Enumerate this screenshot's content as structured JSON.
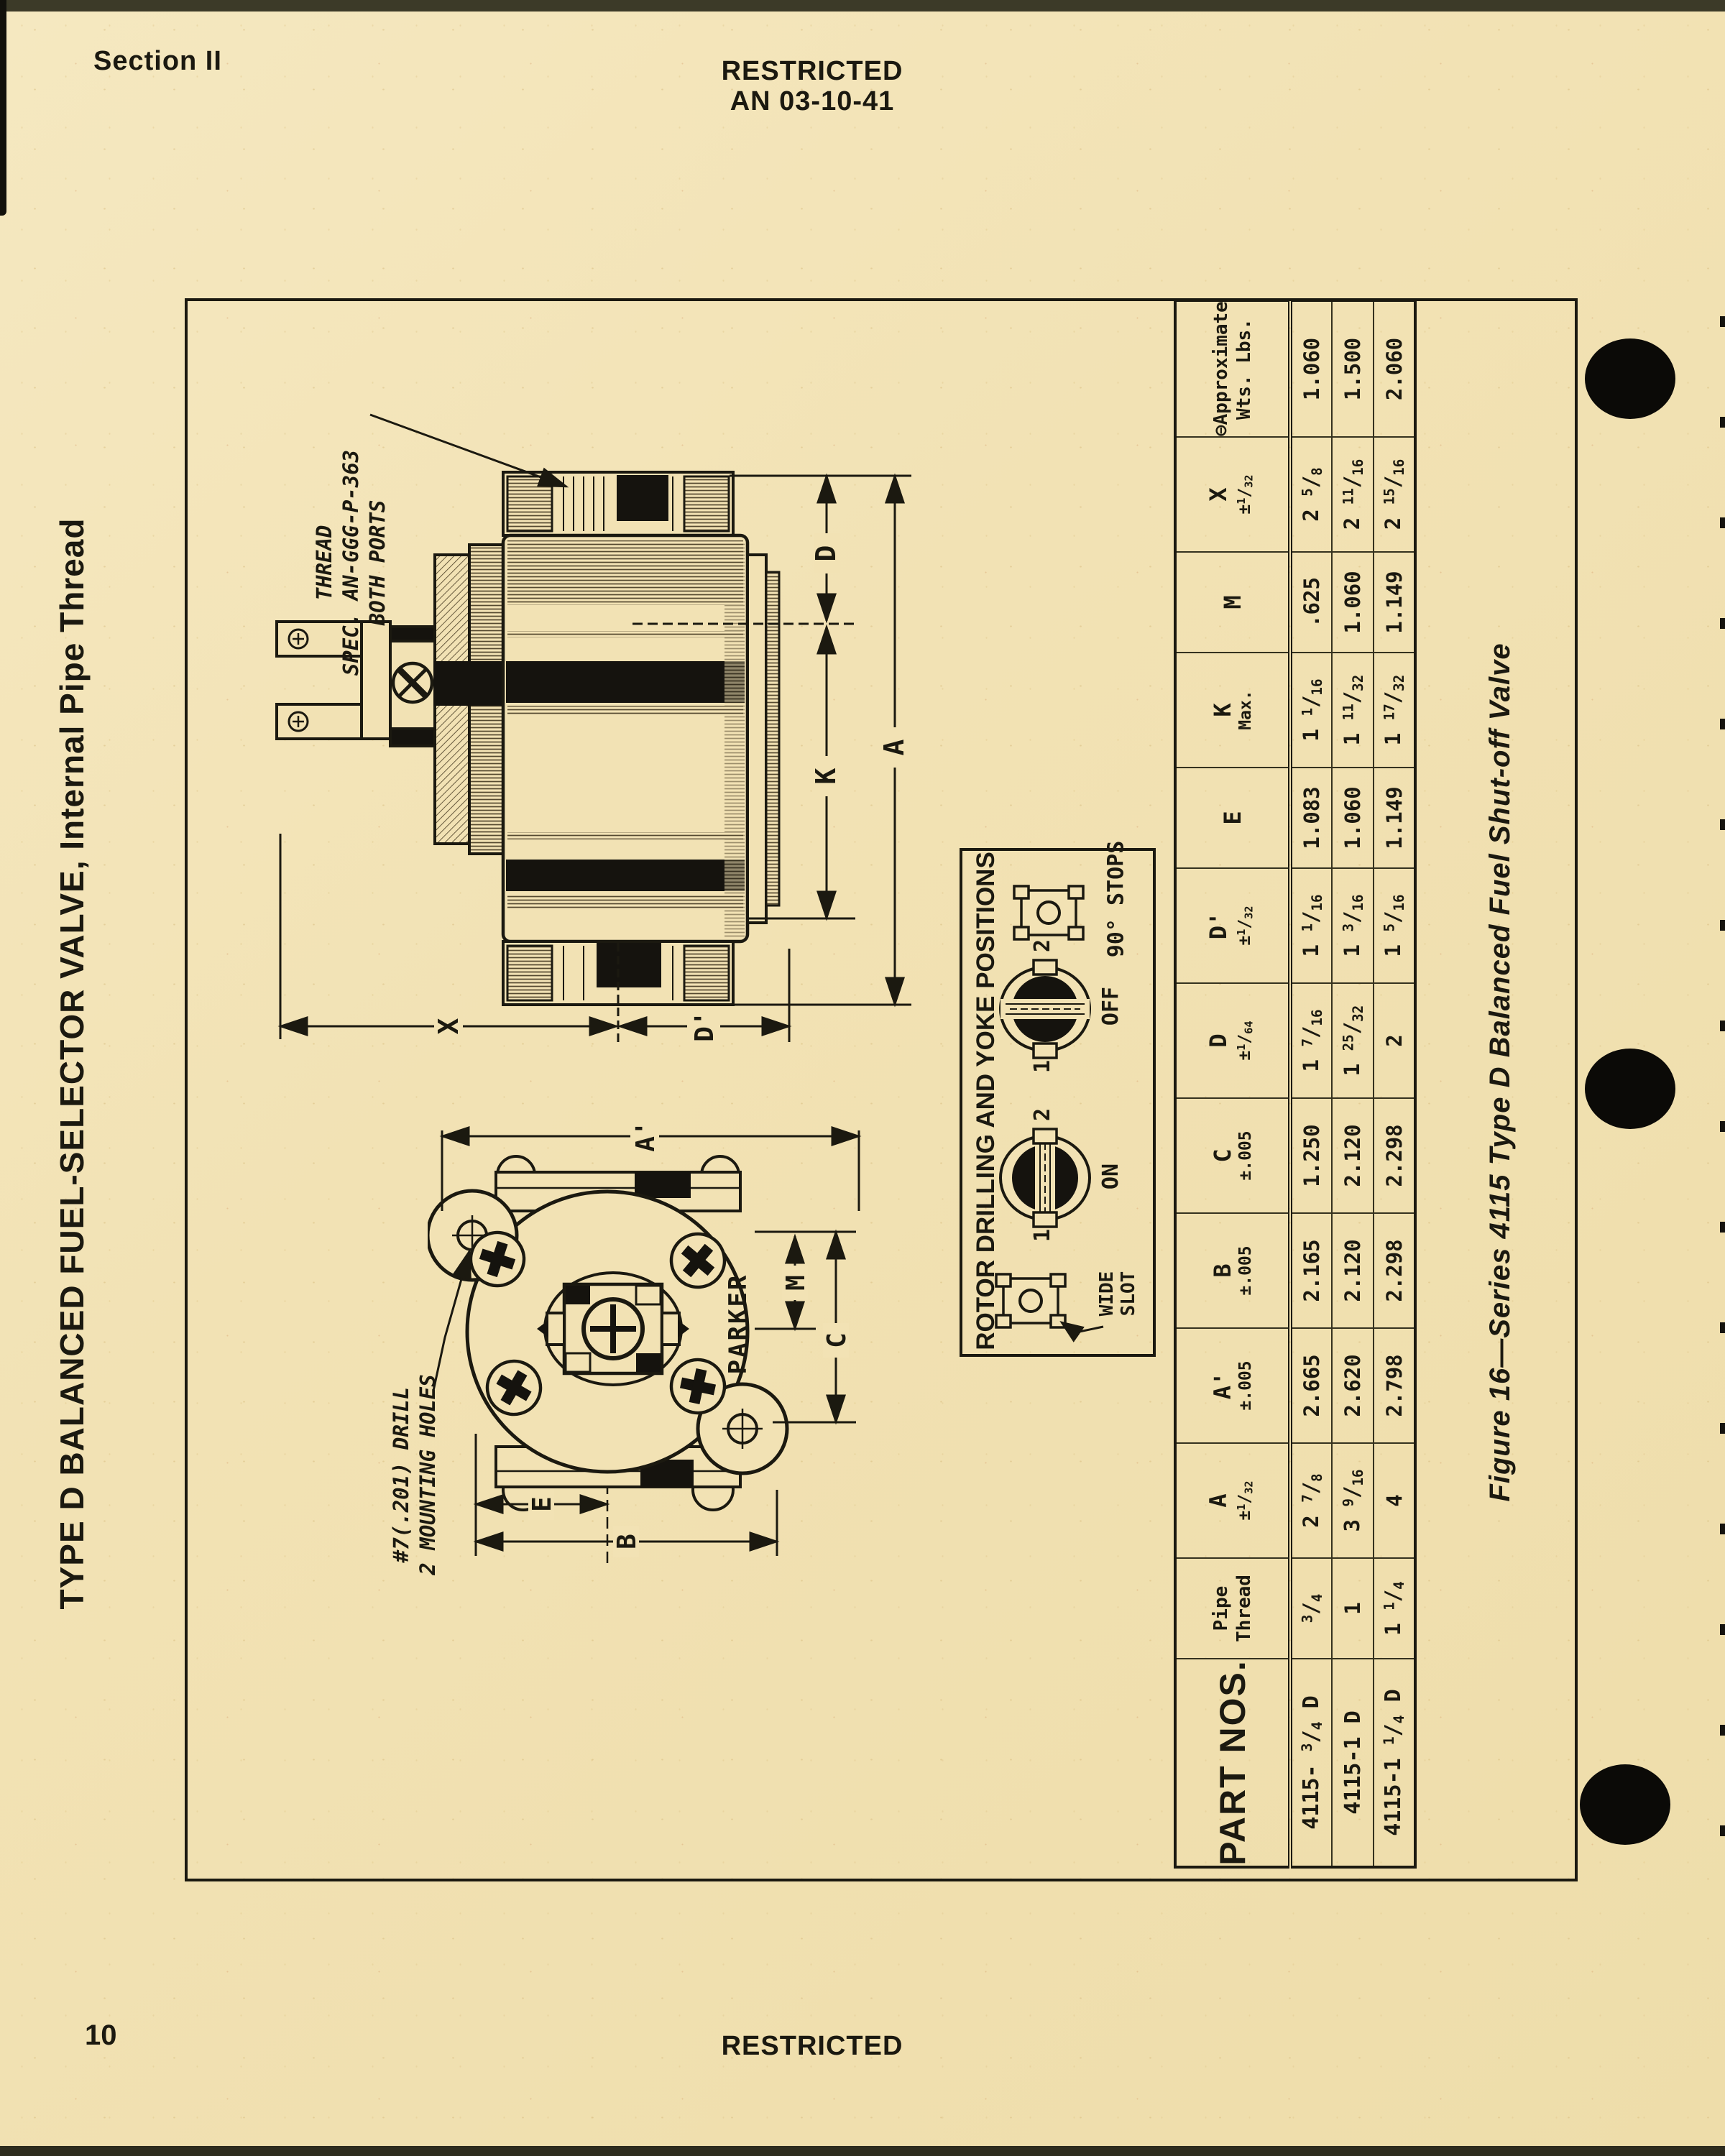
{
  "header": {
    "section": "Section II",
    "classification": "RESTRICTED",
    "doc_number": "AN 03-10-41"
  },
  "footer": {
    "page_number": "10",
    "classification": "RESTRICTED"
  },
  "side_title": "TYPE D BALANCED FUEL-SELECTOR VALVE, Internal Pipe Thread",
  "figure": {
    "caption": "Figure 16—Series 4115 Type D Balanced Fuel  Shut-off  Valve",
    "annotations": {
      "thread_spec_line1": "THREAD",
      "thread_spec_line2": "SPEC. AN-GGG-P-363",
      "thread_spec_line3": "BOTH PORTS",
      "drill_line1": "#7(.201) DRILL",
      "drill_line2": "2 MOUNTING HOLES",
      "brand": "PARKER"
    },
    "dims_side": {
      "d": "D",
      "k": "K",
      "a": "A",
      "x": "X",
      "d_prime": "D'"
    },
    "dims_front": {
      "a_prime": "A'",
      "m": "M",
      "c": "C",
      "e": "E",
      "b": "B"
    }
  },
  "rotor_box": {
    "title": "ROTOR DRILLING AND YOKE POSITIONS",
    "on_label": "ON",
    "off_label": "OFF",
    "stops_label": "90° STOPS",
    "wide_slot_label": "WIDE SLOT",
    "pos1": "1",
    "pos2": "2"
  },
  "table": {
    "part_header": "PART NOS.",
    "columns": [
      {
        "label": "Pipe",
        "tol": "Thread"
      },
      {
        "label": "A",
        "tol": "±1/32"
      },
      {
        "label": "A'",
        "tol": "±.005"
      },
      {
        "label": "B",
        "tol": "±.005"
      },
      {
        "label": "C",
        "tol": "±.005"
      },
      {
        "label": "D",
        "tol": "±1/64"
      },
      {
        "label": "D'",
        "tol": "±1/32"
      },
      {
        "label": "E",
        "tol": ""
      },
      {
        "label": "K",
        "tol": "Max."
      },
      {
        "label": "M",
        "tol": ""
      },
      {
        "label": "X",
        "tol": "±1/32"
      },
      {
        "label": "⊖Approximate",
        "tol": "Wts. Lbs."
      }
    ],
    "rows": [
      {
        "part": "4115- 3/4 D",
        "values": [
          "3/4",
          "2 7/8",
          "2.665",
          "2.165",
          "1.250",
          "1 7/16",
          "1 1/16",
          "1.083",
          "1 1/16",
          ".625",
          "2 5/8",
          "1.060"
        ]
      },
      {
        "part": "4115-1 D",
        "values": [
          "1",
          "3 9/16",
          "2.620",
          "2.120",
          "2.120",
          "1 25/32",
          "1 3/16",
          "1.060",
          "1 11/32",
          "1.060",
          "2 11/16",
          "1.500"
        ]
      },
      {
        "part": "4115-1 1/4 D",
        "values": [
          "1 1/4",
          "4",
          "2.798",
          "2.298",
          "2.298",
          "2",
          "1 5/16",
          "1.149",
          "1 17/32",
          "1.149",
          "2 15/16",
          "2.060"
        ]
      }
    ]
  },
  "colors": {
    "paper": "#f2e2b4",
    "ink": "#1b1910"
  }
}
